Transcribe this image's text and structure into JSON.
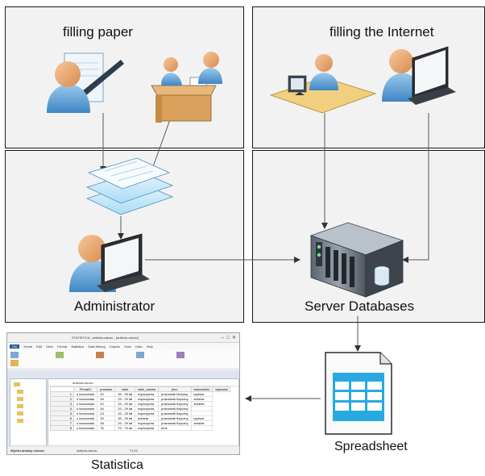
{
  "labels": {
    "filling_paper": "filling paper",
    "filling_internet": "filling the Internet",
    "administrator": "Administrator",
    "server_databases": "Server Databases",
    "spreadsheet": "Spreadsheet",
    "statistica": "Statistica"
  },
  "statistica_window": {
    "title": "STATISTICA - ankieta-calosc - [ankieta-calosc]",
    "ribbon_tabs": [
      "File",
      "Home",
      "Edit",
      "View",
      "Format",
      "Statistics",
      "Data Mining",
      "Graphs",
      "Tools",
      "Data",
      "Help"
    ],
    "sheet_title": "ankieta-calosc",
    "columns": [
      "Firma01",
      "prowadz",
      "wiek",
      "wiek_zakres",
      "plec",
      "stanowisko",
      "wyksztal"
    ],
    "rows": [
      [
        "1",
        "u brzozowsk",
        "32",
        "30 - 39 lat",
        "mężczyzna",
        "pracownik biurowy",
        "wyższe"
      ],
      [
        "2",
        "u brzozowsk",
        "26",
        "20 - 29 lat",
        "mężczyzna",
        "pracownik fizyczny",
        "średnie"
      ],
      [
        "3",
        "u brzozowsk",
        "24",
        "20 - 29 lat",
        "mężczyzna",
        "pracownik fizyczny",
        "średnie"
      ],
      [
        "4",
        "u brzozowsk",
        "26",
        "20 - 29 lat",
        "mężczyzna",
        "pracownik fizyczny",
        ""
      ],
      [
        "5",
        "u brzozowsk",
        "23",
        "20 - 29 lat",
        "mężczyzna",
        "pracownik fizyczny",
        ""
      ],
      [
        "6",
        "u brzozowsk",
        "33",
        "30 - 39 lat",
        "kobieta",
        "pracownik fizyczny",
        "wyższe"
      ],
      [
        "7",
        "u brzozowsk",
        "28",
        "20 - 29 lat",
        "mężczyzna",
        "pracownik fizyczny",
        "średnie"
      ],
      [
        "8",
        "u brzozowsk",
        "76",
        "70 - 79 lat",
        "mężczyzna",
        "inne",
        ""
      ]
    ],
    "status_tab": "Wyniki analizy ruteuio",
    "status_cell": "ankieta-calosc",
    "status_pos": "F1:Z2"
  },
  "colors": {
    "panel_bg": "#f2f2f2",
    "arrow": "#555555",
    "skin": "#f0b98a",
    "shirt": "#6fa8d8",
    "spreadsheet": "#28a9e0"
  }
}
